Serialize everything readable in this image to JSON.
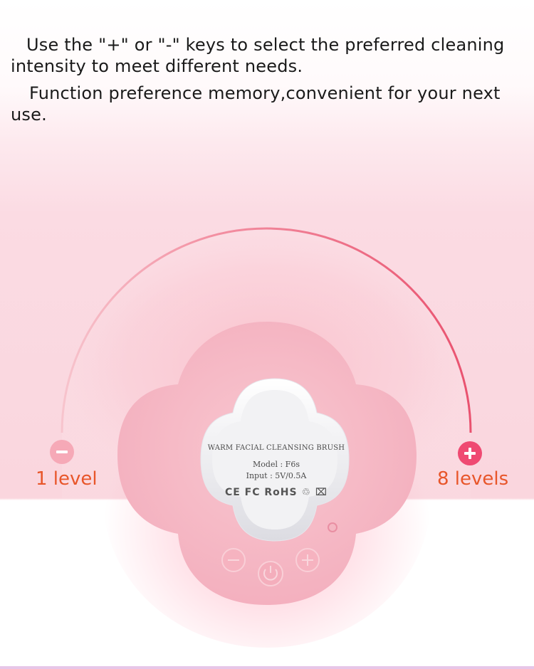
{
  "text": {
    "line1": "Use the \"+\" or \"-\" keys to select the preferred cleaning intensity to meet different needs.",
    "line2": "Function preference memory,convenient for your next use."
  },
  "levels": {
    "min_label": "1 level",
    "max_label": "8 levels",
    "min_icon": "minus-circle-icon",
    "max_icon": "plus-circle-icon"
  },
  "device": {
    "label_title": "WARM FACIAL CLEANSING BRUSH",
    "model": "Model : F6s",
    "input": "Input : 5V/0.5A",
    "certifications": "CE FC RoHS ♲ ⌧",
    "buttons": [
      "minus-button-icon",
      "power-button-icon",
      "plus-button-icon"
    ]
  },
  "colors": {
    "arc": "#ee6f86",
    "level_label": "#e8562a",
    "plus_icon": "#ef4a72",
    "minus_icon": "#f6a9b7",
    "device_body": "#f6b8c4"
  }
}
